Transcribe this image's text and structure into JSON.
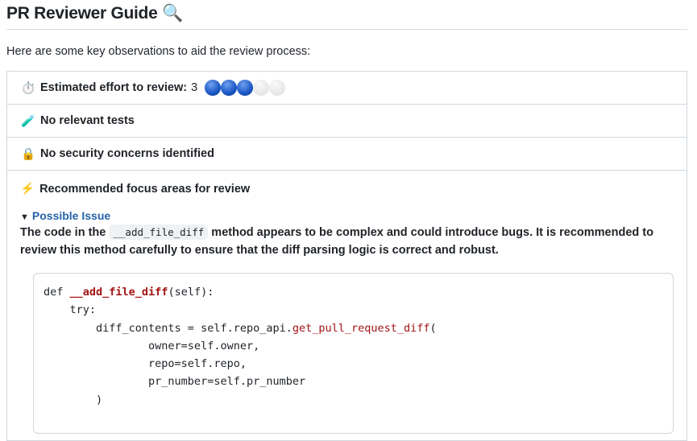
{
  "title": "PR Reviewer Guide",
  "title_icon": "🔍",
  "intro": "Here are some key observations to aid the review process:",
  "effort": {
    "icon": "⏱️",
    "label": "Estimated effort to review:",
    "value": "3",
    "max": 5,
    "filled_color": "#1a56c4",
    "empty_color": "#dcdcdc"
  },
  "tests": {
    "icon": "🧪",
    "label": "No relevant tests"
  },
  "security": {
    "icon": "🔒",
    "label": "No security concerns identified"
  },
  "focus": {
    "icon": "⚡",
    "label": "Recommended focus areas for review",
    "issue": {
      "summary": "Possible Issue",
      "desc_before": "The code in the",
      "desc_code": "__add_file_diff",
      "desc_after": "method appears to be complex and could introduce bugs. It is recommended to review this method carefully to ensure that the diff parsing logic is correct and robust."
    },
    "code": {
      "l1_kw": "def ",
      "l1_fn": "__add_file_diff",
      "l1_rest": "(self):",
      "l2": "    try:",
      "l3_a": "        diff_contents = self.repo_api.",
      "l3_call": "get_pull_request_diff",
      "l3_b": "(",
      "l4": "                owner=self.owner,",
      "l5": "                repo=self.repo,",
      "l6": "                pr_number=self.pr_number",
      "l7": "        )"
    }
  }
}
